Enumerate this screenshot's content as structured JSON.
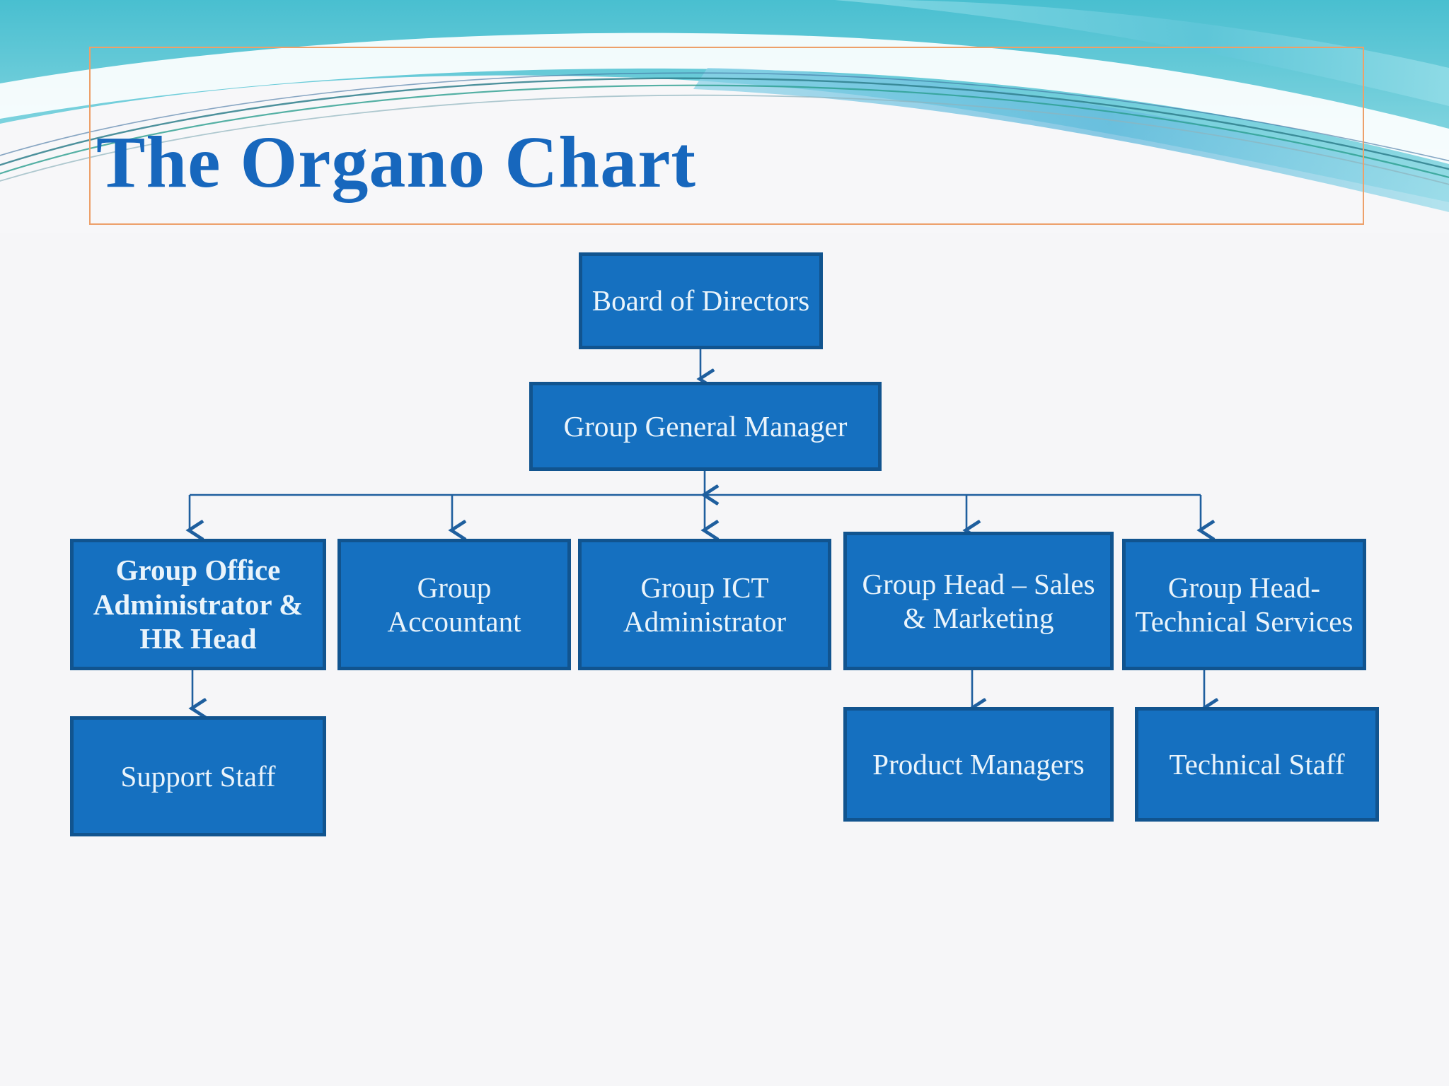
{
  "slide": {
    "title": "The Organo Chart",
    "theme_colors": {
      "title_blue": "#1767bd",
      "title_frame_orange": "#eda06a",
      "node_fill": "#1570c0",
      "node_border": "#11548f",
      "node_text": "#eaf4fb",
      "deco_teal_dark": "#58c6d4",
      "deco_teal_light": "#8ddbe4",
      "deco_teal_mid": "#6ecfdb",
      "deco_blue_band": "#6ec4e0",
      "connector_blue": "#1f5f9e",
      "background": "#f6f6f8"
    }
  },
  "chart_data": {
    "type": "diagram",
    "diagram_kind": "organizational-chart",
    "title": "The Organo Chart",
    "orientation": "top-down",
    "levels": 4,
    "nodes": [
      {
        "id": "board",
        "label": "Board of Directors",
        "level": 0,
        "bold": false
      },
      {
        "id": "ggm",
        "label": "Group General Manager",
        "level": 1,
        "bold": false
      },
      {
        "id": "office_hr",
        "label": "Group Office Administrator & HR Head",
        "level": 2,
        "bold": true
      },
      {
        "id": "accountant",
        "label": "Group Accountant",
        "level": 2,
        "bold": false
      },
      {
        "id": "ict",
        "label": "Group ICT Administrator",
        "level": 2,
        "bold": false
      },
      {
        "id": "sales",
        "label": "Group Head – Sales & Marketing",
        "level": 2,
        "bold": false
      },
      {
        "id": "technical",
        "label": "Group Head- Technical Services",
        "level": 2,
        "bold": false
      },
      {
        "id": "support",
        "label": "Support Staff",
        "level": 3,
        "bold": false
      },
      {
        "id": "product",
        "label": "Product Managers",
        "level": 3,
        "bold": false
      },
      {
        "id": "techstaff",
        "label": "Technical Staff",
        "level": 3,
        "bold": false
      }
    ],
    "edges": [
      {
        "from": "board",
        "to": "ggm"
      },
      {
        "from": "ggm",
        "to": "office_hr"
      },
      {
        "from": "ggm",
        "to": "accountant"
      },
      {
        "from": "ggm",
        "to": "ict"
      },
      {
        "from": "ggm",
        "to": "sales"
      },
      {
        "from": "ggm",
        "to": "technical"
      },
      {
        "from": "office_hr",
        "to": "support"
      },
      {
        "from": "sales",
        "to": "product"
      },
      {
        "from": "technical",
        "to": "techstaff"
      }
    ],
    "node_labels": {
      "board": "Board of Directors",
      "ggm": "Group General Manager",
      "office_hr": "Group Office Administrator & HR Head",
      "accountant": "Group Accountant",
      "ict": "Group ICT Administrator",
      "sales": "Group Head – Sales & Marketing",
      "technical": "Group Head- Technical Services",
      "support": "Support Staff",
      "product": "Product Managers",
      "techstaff": "Technical Staff"
    }
  }
}
